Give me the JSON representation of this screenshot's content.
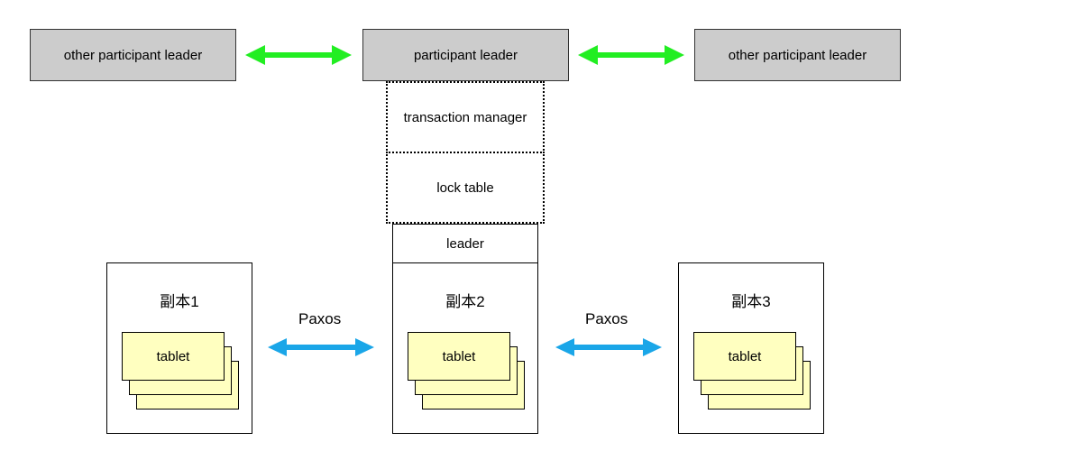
{
  "top_row": {
    "left_label": "other participant leader",
    "center_label": "participant leader",
    "right_label": "other participant leader",
    "arrow_color": "#22ee22"
  },
  "stack": {
    "transaction_manager": "transaction manager",
    "lock_table": "lock table",
    "leader": "leader"
  },
  "replicas": [
    {
      "title": "副本1",
      "tablet_label": "tablet"
    },
    {
      "title": "副本2",
      "tablet_label": "tablet"
    },
    {
      "title": "副本3",
      "tablet_label": "tablet"
    }
  ],
  "paxos": {
    "left_label": "Paxos",
    "right_label": "Paxos",
    "arrow_color": "#1aa6e8"
  },
  "colors": {
    "gray_box": "#cccccc",
    "tablet_fill": "#ffffc0"
  }
}
